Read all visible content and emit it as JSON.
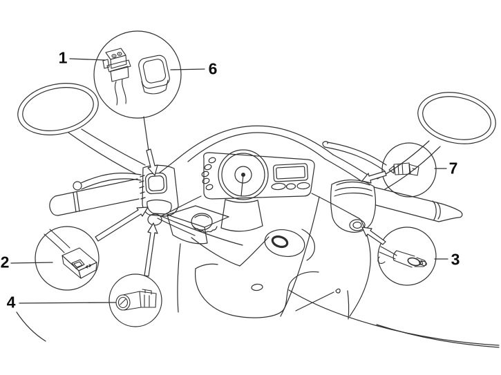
{
  "figure": {
    "type": "exploded-parts-diagram",
    "subject": "scooter-handlebar-electrical-devices",
    "colors": {
      "background": "#ffffff",
      "line": "#2e2e2e",
      "label": "#0d0d0d"
    },
    "callouts": [
      {
        "id": "callout-1",
        "label": "1"
      },
      {
        "id": "callout-2",
        "label": "2"
      },
      {
        "id": "callout-3",
        "label": "3"
      },
      {
        "id": "callout-4",
        "label": "4"
      },
      {
        "id": "callout-6",
        "label": "6"
      },
      {
        "id": "callout-7",
        "label": "7"
      }
    ]
  }
}
